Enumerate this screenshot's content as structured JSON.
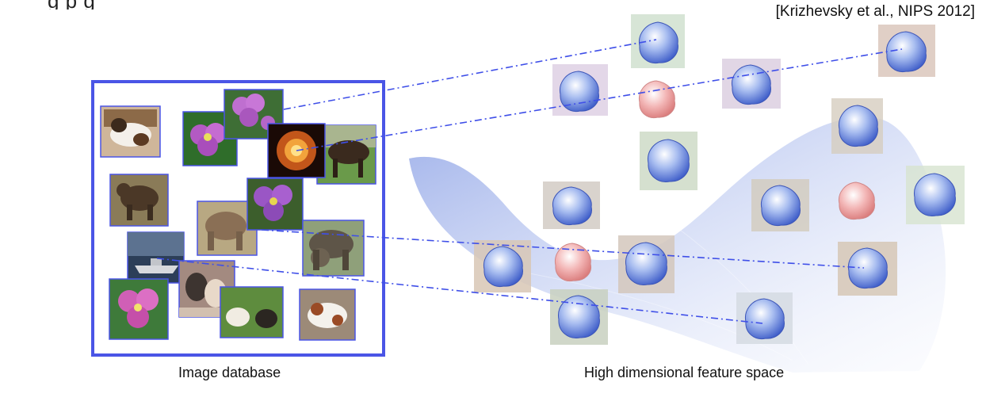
{
  "header": {
    "title_partial": "g                                           p                                                     g",
    "citation": "[Krizhevsky et al., NIPS 2012]"
  },
  "captions": {
    "database": "Image database",
    "feature_space": "High dimensional feature space"
  },
  "colors": {
    "box_border": "#4a55e6",
    "link_line": "#3f4fe8",
    "manifold": "#a9b9ec",
    "feature_blue": "#4d6fd6",
    "feature_red": "#e79a9a"
  },
  "database_thumbnails": [
    {
      "name": "thumb-dog-cat",
      "content": "dog"
    },
    {
      "name": "thumb-purple-flower-1",
      "content": "flower"
    },
    {
      "name": "thumb-purple-flower-2",
      "content": "flower"
    },
    {
      "name": "thumb-pumpkin",
      "content": "pumpkin"
    },
    {
      "name": "thumb-cow",
      "content": "cow"
    },
    {
      "name": "thumb-bear",
      "content": "bear"
    },
    {
      "name": "thumb-elephant-1",
      "content": "elephant"
    },
    {
      "name": "thumb-purple-flower-3",
      "content": "flower"
    },
    {
      "name": "thumb-elephant-2",
      "content": "elephant"
    },
    {
      "name": "thumb-ship",
      "content": "ship"
    },
    {
      "name": "thumb-cats",
      "content": "cats"
    },
    {
      "name": "thumb-pink-flower",
      "content": "flower"
    },
    {
      "name": "thumb-dogs-grass",
      "content": "dogs"
    },
    {
      "name": "thumb-dog-white-brown",
      "content": "dog"
    }
  ],
  "feature_blobs": [
    {
      "name": "feature-blob",
      "color": "blue"
    },
    {
      "name": "feature-blob",
      "color": "blue"
    },
    {
      "name": "feature-blob",
      "color": "red"
    },
    {
      "name": "feature-blob",
      "color": "blue"
    },
    {
      "name": "feature-blob",
      "color": "blue"
    },
    {
      "name": "feature-blob",
      "color": "blue"
    },
    {
      "name": "feature-blob",
      "color": "blue"
    },
    {
      "name": "feature-blob",
      "color": "blue"
    },
    {
      "name": "feature-blob",
      "color": "blue"
    },
    {
      "name": "feature-blob",
      "color": "red"
    },
    {
      "name": "feature-blob",
      "color": "blue"
    },
    {
      "name": "feature-blob",
      "color": "blue"
    },
    {
      "name": "feature-blob",
      "color": "red"
    },
    {
      "name": "feature-blob",
      "color": "blue"
    },
    {
      "name": "feature-blob",
      "color": "blue"
    },
    {
      "name": "feature-blob",
      "color": "blue"
    },
    {
      "name": "feature-blob",
      "color": "blue"
    }
  ]
}
